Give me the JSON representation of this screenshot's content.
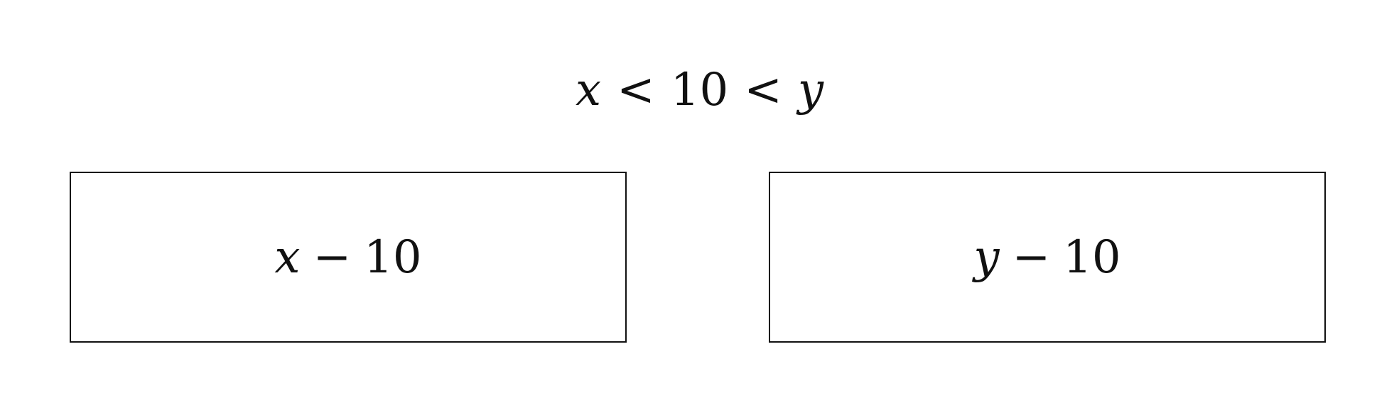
{
  "condition": {
    "left_var": "x",
    "op1": "<",
    "constant": "10",
    "op2": "<",
    "right_var": "y"
  },
  "choices": [
    {
      "variable": "x",
      "operator": "−",
      "constant": "10"
    },
    {
      "variable": "y",
      "operator": "−",
      "constant": "10"
    }
  ]
}
